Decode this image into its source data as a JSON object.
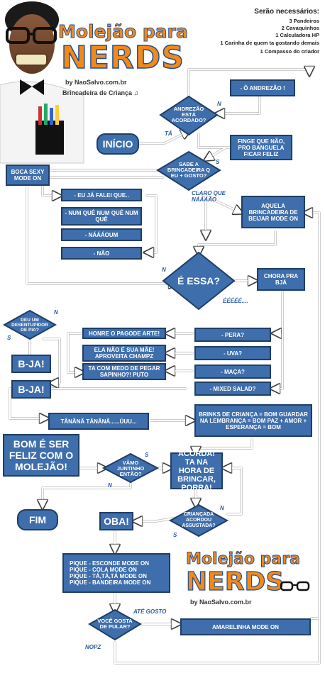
{
  "header": {
    "title_line1": "Molejão para",
    "title_line2": "NERDS",
    "site": "by NaoSalvo.com.br",
    "song": "Brincadeira de Criança ♫",
    "needs_title": "Serão necessários:",
    "needs": [
      "3 Pandeiros",
      "2 Cavaquinhos",
      "1 Calculadora HP",
      "1 Carinha de quem ta gostando demais",
      "1 Compasso do criador"
    ]
  },
  "nodes": {
    "o_andrezao": "- Ô ANDREZÃO !",
    "andrezao_q": "ANDREZÃO ESTÁ ACORDADO?",
    "inicio": "INÍCIO",
    "finge": "FINGE QUE NÃO, PRO BANGUELA FICAR FELIZ",
    "sabe_q": "SABE A BRINCADEIRA Q EU + GOSTO?",
    "boca_sexy": "BOCA SEXY MODE ON",
    "ja_falei": "- EU JÁ FALEI QUE..",
    "num_que": "- NUM QUÊ NUM QUÊ NUM QUÊ",
    "naaaoum": "- NÁÁÁOUM",
    "nao": "- NÃO",
    "aquela": "AQUELA BRINCADEIRA DE BEIJAR MODE ON",
    "e_essa": "É ESSA?",
    "chora": "CHORA PRA BJÁ",
    "desentupidor": "DEU UM DESENTUPIDOR DE PIA?",
    "honre": "HONRE O PAGODE ARTE!",
    "ela_nao": "ELA NÃO É SUA MÃE! APROVEITA CHAMPZ",
    "ta_com_medo": "TA COM MEDO DE PEGAR SAPINHO?! PUTO",
    "pera": "- PERA?",
    "uva": "- UVA?",
    "maca": "- MAÇA?",
    "mixed": "- MIXED SALAD?",
    "bja1": "B-JA!",
    "bja2": "B-JA!",
    "tanana": "TÂNÃNÃ TÂNÃNÃ......ÚUU...",
    "brinks": "BRINKS DE CRIANÇA = BOM GUARDAR NA LEMBRANÇA = BOM PAZ + AMOR + ESPERANÇA = BOM",
    "bom_ser": "BOM É SER FELIZ COM O MOLEJÃO!",
    "vamo_q": "VÂMO JUNTINHO ENTÃO?",
    "acorda": "ACORDA! TA NA HORA DE BRINCAR, PORRA!",
    "fim": "FIM",
    "criancada_q": "CRIANÇADA ACORDOU ASSUSTADA?",
    "oba": "OBA!",
    "pique": "PIQUE - ESCONDE MODE ON\nPIQUE - COLA MODE ON\nPIQUE - TÁ,TÁ,TÁ MODE ON\nPIQUE - BANDEIRA MODE ON",
    "gosta_q": "VOCÊ GOSTA DE PULAR?",
    "amarelinha": "AMARELINHA MODE ON"
  },
  "labels": {
    "n1": "N",
    "ta": "TÁ",
    "s1": "S",
    "claro": "CLARO QUE NÁÁÁÃO",
    "n2": "N",
    "eeee": "ÉÉÉÉÉ....",
    "n3": "N",
    "s2": "S",
    "s3": "S",
    "n4": "N",
    "n5": "N",
    "s4": "S",
    "ate_gosto": "ATÉ GOSTO",
    "nopz": "NOPZ"
  },
  "footer": {
    "title_line1": "Molejão para",
    "title_line2": "NERDS",
    "site": "by NaoSalvo.com.br"
  },
  "colors": {
    "box": "#3e6eab",
    "border": "#1f3e66",
    "title_blue": "#1f4fa0",
    "title_orange": "#f28a16",
    "arrow": "#ffffff",
    "label": "#2c5da3"
  }
}
